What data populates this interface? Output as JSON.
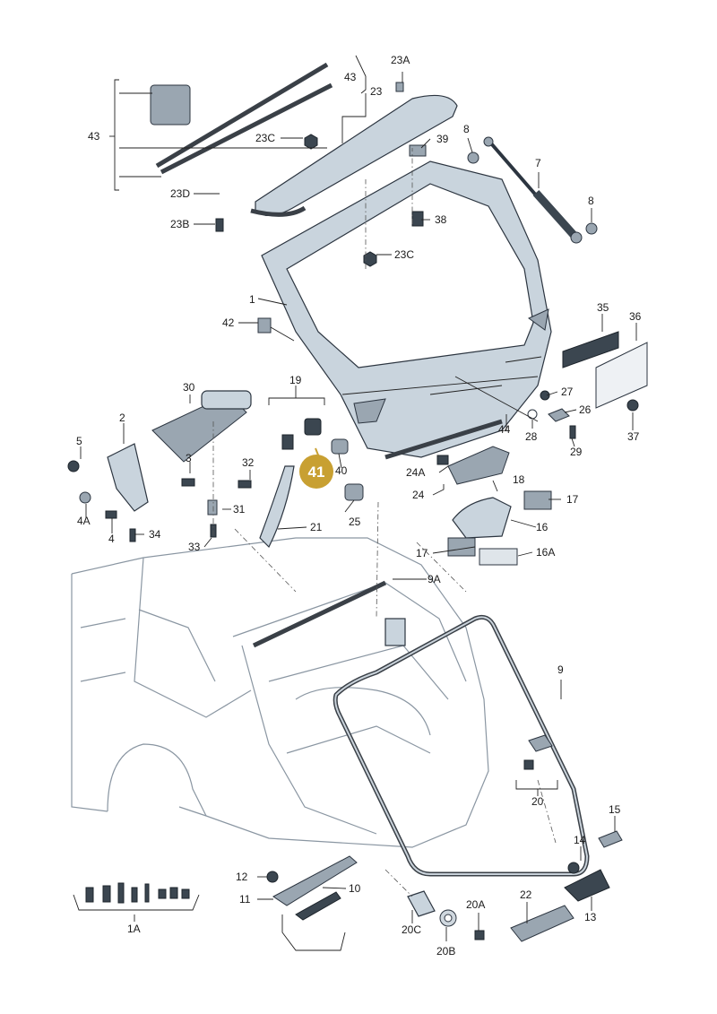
{
  "diagram": {
    "highlight": {
      "label": "41",
      "color": "#c8a032"
    },
    "labels": {
      "l1": "1",
      "l1A": "1A",
      "l2": "2",
      "l3": "3",
      "l4": "4",
      "l4A": "4A",
      "l5": "5",
      "l7": "7",
      "l8a": "8",
      "l8b": "8",
      "l9": "9",
      "l9A": "9A",
      "l10": "10",
      "l11": "11",
      "l12": "12",
      "l13": "13",
      "l14": "14",
      "l15": "15",
      "l16": "16",
      "l16A": "16A",
      "l17a": "17",
      "l17b": "17",
      "l18": "18",
      "l19": "19",
      "l20": "20",
      "l20A": "20A",
      "l20B": "20B",
      "l20C": "20C",
      "l21": "21",
      "l22": "22",
      "l23": "23",
      "l23A": "23A",
      "l23B": "23B",
      "l23Ca": "23C",
      "l23Cb": "23C",
      "l23D": "23D",
      "l24": "24",
      "l24A": "24A",
      "l25": "25",
      "l26": "26",
      "l27": "27",
      "l28": "28",
      "l29": "29",
      "l30": "30",
      "l31": "31",
      "l32": "32",
      "l33": "33",
      "l34": "34",
      "l35": "35",
      "l36": "36",
      "l37": "37",
      "l38": "38",
      "l39": "39",
      "l40": "40",
      "l42": "42",
      "l43a": "43",
      "l43b": "43",
      "l44": "44"
    },
    "colors": {
      "part_fill": "#c9d4dd",
      "outline": "#2c3540",
      "body_line": "#8a96a2"
    }
  }
}
